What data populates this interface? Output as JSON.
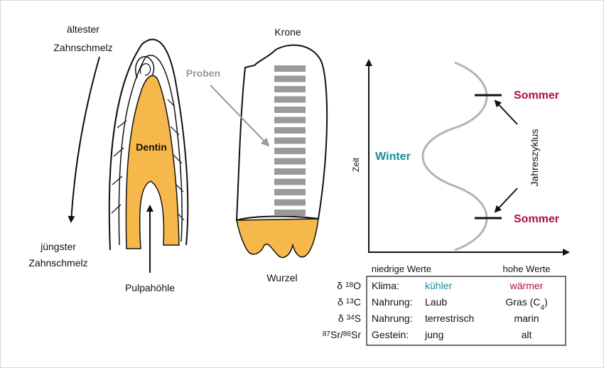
{
  "tooth1": {
    "oldest_enamel": [
      "ältester",
      "Zahnschmelz"
    ],
    "youngest_enamel": [
      "jüngster",
      "Zahnschmelz"
    ],
    "dentin": "Dentin",
    "pulp": "Pulpahöhle"
  },
  "tooth2": {
    "crown": "Krone",
    "samples": "Proben",
    "root": "Wurzel"
  },
  "graph": {
    "y_label": "Zeit",
    "winter": "Winter",
    "summer_top": "Sommer",
    "summer_bottom": "Sommer",
    "cycle": "Jahreszyklus",
    "low_values": "niedrige Werte",
    "high_values": "hohe Werte"
  },
  "table": {
    "rows": [
      {
        "isotope_pre": "δ ",
        "isotope_sup": "18",
        "isotope_post": "O",
        "label": "Klima:",
        "low": "kühler",
        "high": "wärmer"
      },
      {
        "isotope_pre": "δ ",
        "isotope_sup": "13",
        "isotope_post": "C",
        "label": "Nahrung:",
        "low": "Laub",
        "high": "Gras (C4)"
      },
      {
        "isotope_pre": "δ ",
        "isotope_sup": "34",
        "isotope_post": "S",
        "label": "Nahrung:",
        "low": "terrestrisch",
        "high": "marin"
      },
      {
        "isotope_pre": "",
        "isotope_sup": "87",
        "isotope_post": "Sr/",
        "isotope_sup2": "86",
        "isotope_post2": "Sr",
        "label": "Gestein:",
        "low": "jung",
        "high": "alt"
      }
    ]
  },
  "colors": {
    "dentin": "#f7b84b",
    "winter": "#1b8a9a",
    "summer": "#b0103a",
    "curve": "#b3b3b3",
    "sample": "#9a9a9a",
    "proben": "#999999"
  }
}
